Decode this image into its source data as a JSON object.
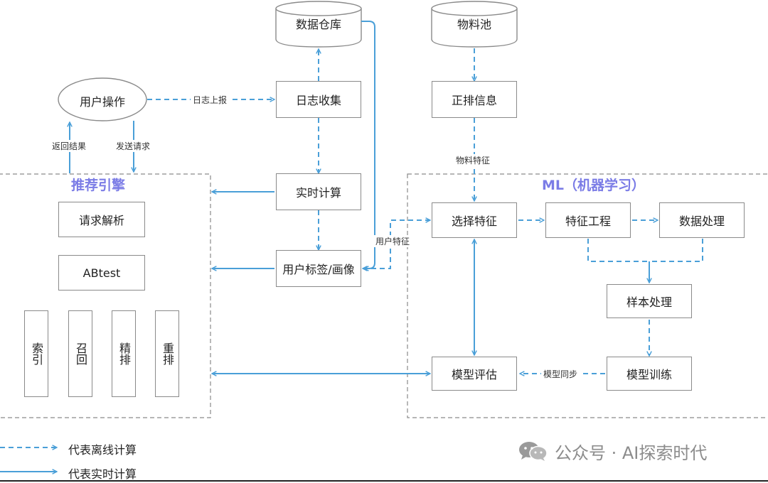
{
  "colors": {
    "line": "#4a9fd8",
    "border": "#8a8a8a",
    "region_title": "#7b7ce6",
    "watermark": "#8c8c8c"
  },
  "nodes": {
    "data_warehouse": "数据仓库",
    "material_pool": "物料池",
    "user_operation": "用户操作",
    "log_collection": "日志收集",
    "forward_index_info": "正排信息",
    "realtime_compute": "实时计算",
    "user_tag_profile": "用户标签/画像",
    "request_parse": "请求解析",
    "abtest": "ABtest",
    "index": "索引",
    "recall": "召回",
    "fine_rank": "精排",
    "rerank": "重排",
    "select_feature": "选择特征",
    "feature_engineering": "特征工程",
    "data_processing": "数据处理",
    "sample_processing": "样本处理",
    "model_training": "模型训练",
    "model_evaluation": "模型评估"
  },
  "regions": {
    "recommend_engine": "推荐引擎",
    "ml": "ML（机器学习）"
  },
  "edge_labels": {
    "log_upload": "日志上报",
    "return_result": "返回结果",
    "send_request": "发送请求",
    "material_feature": "物料特征",
    "user_feature": "用户特征",
    "model_sync": "模型同步"
  },
  "legend": {
    "offline": "代表离线计算",
    "realtime": "代表实时计算"
  },
  "watermark": {
    "text": "公众号 · AI探索时代",
    "icon": "wechat-icon"
  }
}
